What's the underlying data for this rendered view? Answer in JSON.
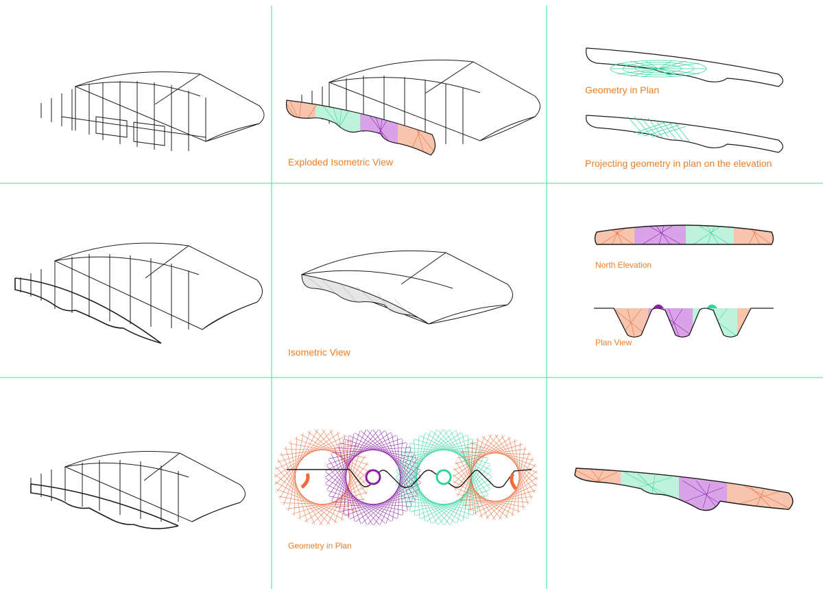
{
  "colors": {
    "grid_line": "#3fdc9a",
    "orange": "#f26b3a",
    "green": "#2fd49a",
    "purple": "#8b1ea6",
    "caption": "#ef7d22",
    "ink": "#1a1a1a"
  },
  "panels": [
    {
      "id": "r1c1",
      "caption": ""
    },
    {
      "id": "r1c2",
      "caption": "Exploded Isometric View"
    },
    {
      "id": "r1c3",
      "caption_top": "Geometry in Plan",
      "caption_bottom": "Projecting geometry in plan on the elevation"
    },
    {
      "id": "r2c1",
      "caption": ""
    },
    {
      "id": "r2c2",
      "caption": "Isometric View"
    },
    {
      "id": "r2c3",
      "caption_top": "North Elevation",
      "caption_bottom": "Plan View"
    },
    {
      "id": "r3c1",
      "caption": ""
    },
    {
      "id": "r3c2",
      "caption": "Geometry in Plan"
    },
    {
      "id": "r3c3",
      "caption": ""
    }
  ]
}
